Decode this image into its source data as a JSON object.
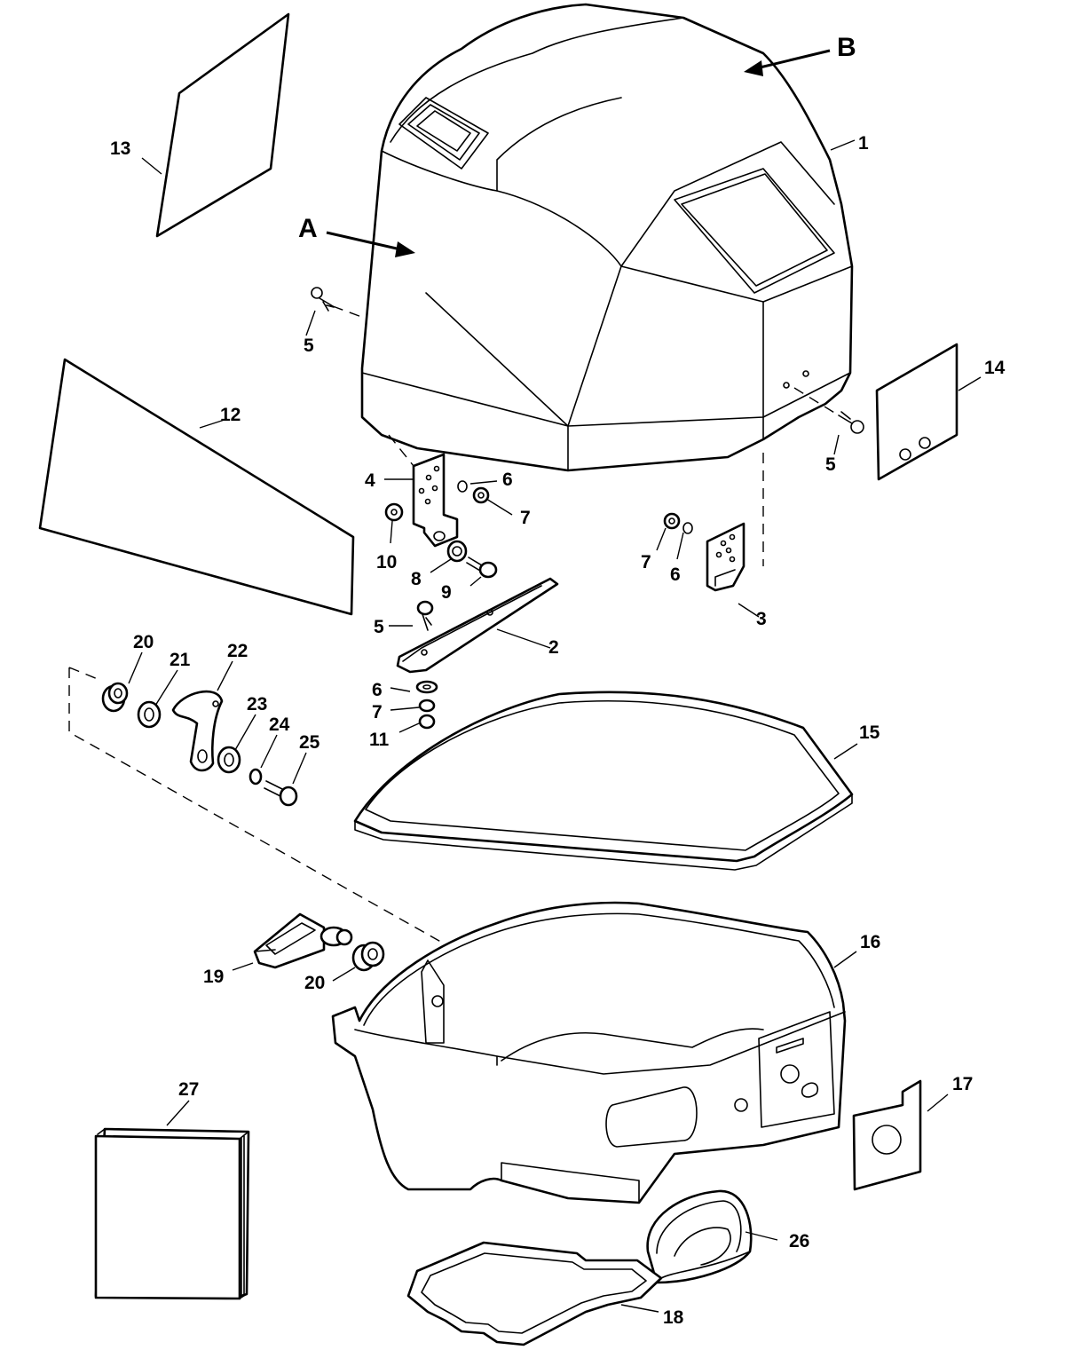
{
  "diagram": {
    "callouts": {
      "c1": "1",
      "c2": "2",
      "c3": "3",
      "c4": "4",
      "c5a": "5",
      "c5b": "5",
      "c5c": "5",
      "c6a": "6",
      "c6b": "6",
      "c6c": "6",
      "c7a": "7",
      "c7b": "7",
      "c7c": "7",
      "c8": "8",
      "c9": "9",
      "c10": "10",
      "c11": "11",
      "c12": "12",
      "c13": "13",
      "c14": "14",
      "c15": "15",
      "c16": "16",
      "c17": "17",
      "c18": "18",
      "c19": "19",
      "c20a": "20",
      "c20b": "20",
      "c21": "21",
      "c22": "22",
      "c23": "23",
      "c24": "24",
      "c25": "25",
      "c26": "26",
      "c27": "27"
    },
    "views": {
      "a": "A",
      "b": "B"
    }
  }
}
